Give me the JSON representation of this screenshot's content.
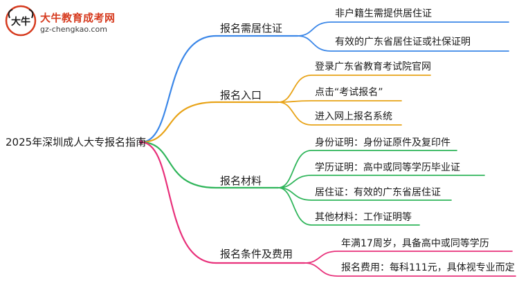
{
  "logo": {
    "name": "大牛教育成考网",
    "url": "gz-chengkao.com",
    "mark_text": "大牛"
  },
  "mindmap": {
    "root": "2025年深圳成人大专报名指南",
    "branches": [
      {
        "label": "报名需居住证",
        "color": "#3b87e8",
        "children": [
          "非户籍生需提供居住证",
          "有效的广东省居住证或社保证明"
        ]
      },
      {
        "label": "报名入口",
        "color": "#e8a317",
        "children": [
          "登录广东省教育考试院官网",
          "点击“考试报名”",
          "进入网上报名系统"
        ]
      },
      {
        "label": "报名材料",
        "color": "#2fb55a",
        "children": [
          "身份证明：身份证原件及复印件",
          "学历证明：高中或同等学历毕业证",
          "居住证：有效的广东省居住证",
          "其他材料：工作证明等"
        ]
      },
      {
        "label": "报名条件及费用",
        "color": "#e8307a",
        "children": [
          "年满17周岁，具备高中或同等学历",
          "报名费用：每科111元，具体视专业而定"
        ]
      }
    ]
  }
}
